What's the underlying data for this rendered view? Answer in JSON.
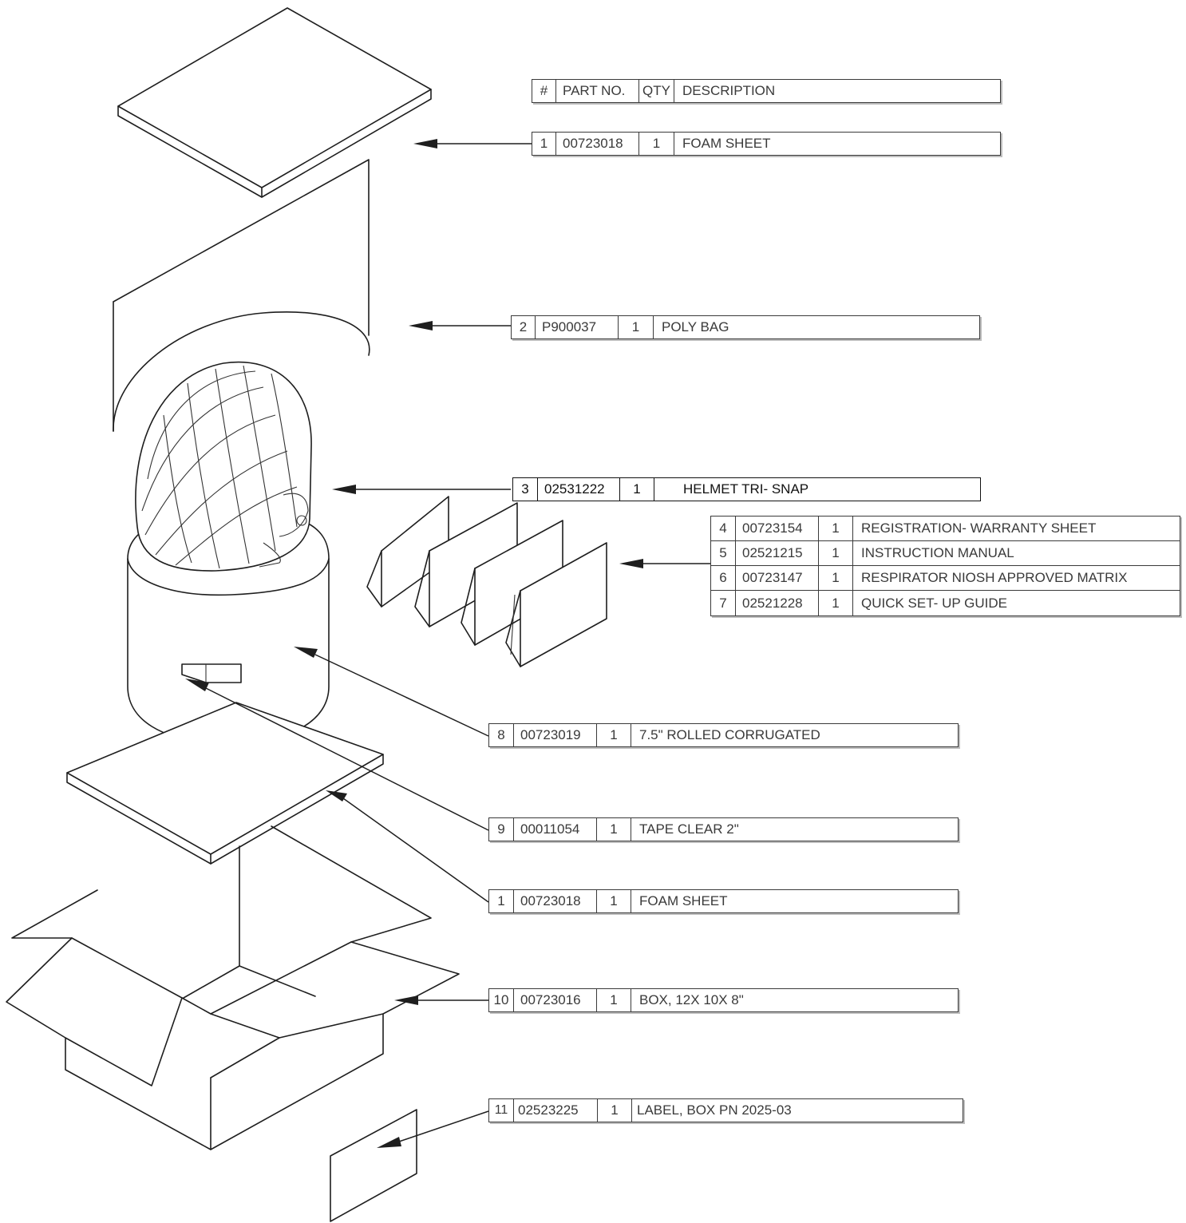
{
  "header": {
    "num": "#",
    "part_no": "PART NO.",
    "qty": "QTY",
    "description": "DESCRIPTION"
  },
  "parts": [
    {
      "num": "1",
      "part_no": "00723018",
      "qty": "1",
      "description": "FOAM SHEET"
    },
    {
      "num": "2",
      "part_no": "P900037",
      "qty": "1",
      "description": "POLY BAG"
    },
    {
      "num": "3",
      "part_no": "02531222",
      "qty": "1",
      "description": "HELMET  TRI- SNAP"
    },
    {
      "num": "4",
      "part_no": "00723154",
      "qty": "1",
      "description": "REGISTRATION- WARRANTY SHEET"
    },
    {
      "num": "5",
      "part_no": "02521215",
      "qty": "1",
      "description": "INSTRUCTION MANUAL"
    },
    {
      "num": "6",
      "part_no": "00723147",
      "qty": "1",
      "description": "RESPIRATOR NIOSH APPROVED MATRIX"
    },
    {
      "num": "7",
      "part_no": "02521228",
      "qty": "1",
      "description": "QUICK SET- UP GUIDE"
    },
    {
      "num": "8",
      "part_no": "00723019",
      "qty": "1",
      "description": "7.5\" ROLLED CORRUGATED"
    },
    {
      "num": "9",
      "part_no": "00011054",
      "qty": "1",
      "description": "TAPE CLEAR 2\""
    },
    {
      "num": "1",
      "part_no": "00723018",
      "qty": "1",
      "description": "FOAM SHEET"
    },
    {
      "num": "10",
      "part_no": "00723016",
      "qty": "1",
      "description": "BOX, 12X 10X 8\""
    },
    {
      "num": "11",
      "part_no": "02523225",
      "qty": "1",
      "description": "LABEL, BOX PN 2025-03"
    }
  ]
}
